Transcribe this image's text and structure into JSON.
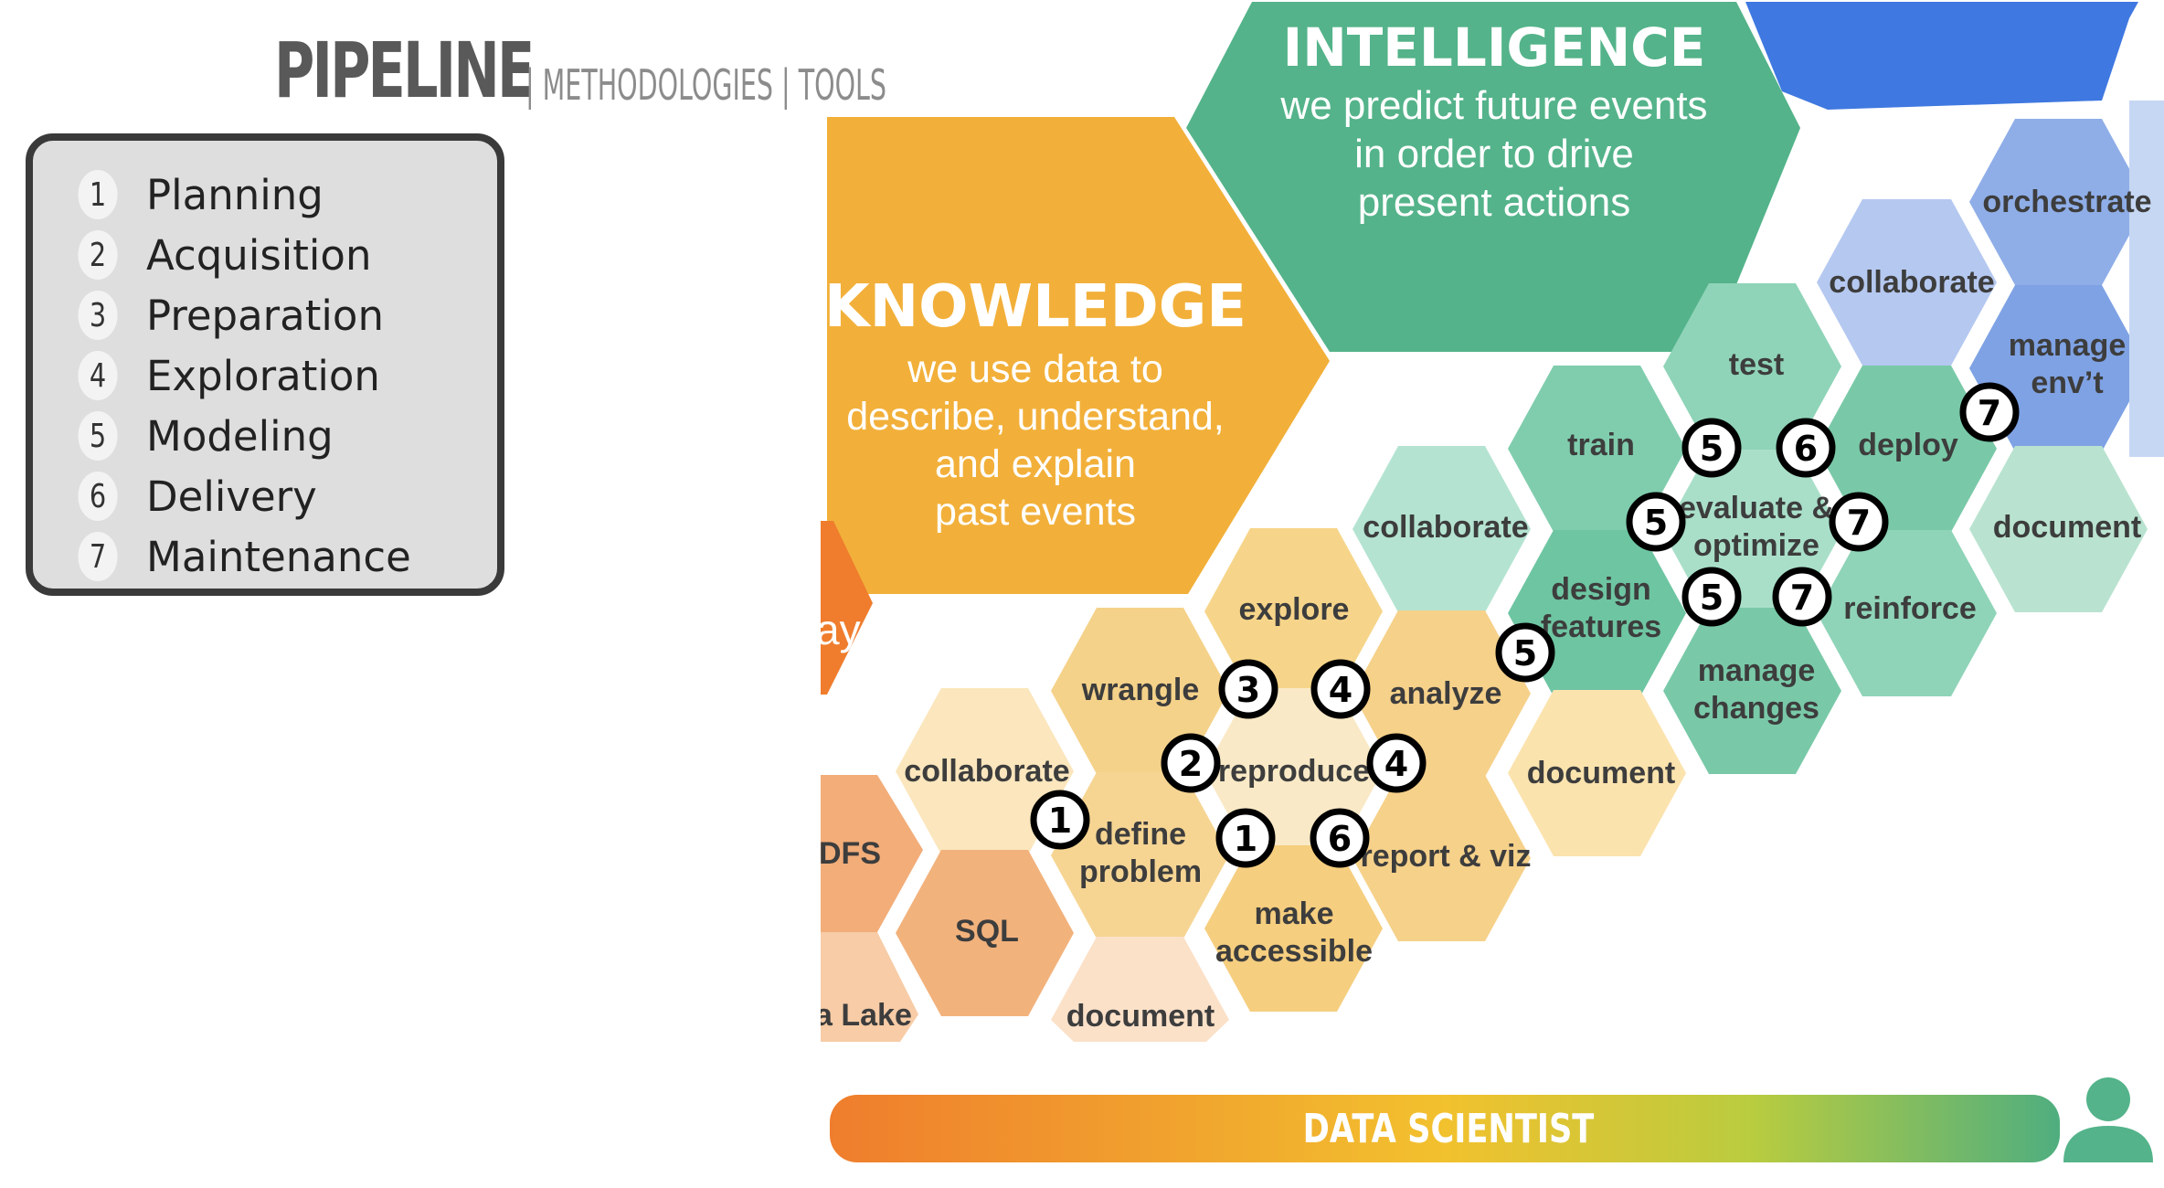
{
  "header": {
    "title": "PIPELINE",
    "subtitle": "| METHODOLOGIES | TOOLS"
  },
  "legend": {
    "items": [
      {
        "num": "1",
        "label": "Planning"
      },
      {
        "num": "2",
        "label": "Acquisition"
      },
      {
        "num": "3",
        "label": "Preparation"
      },
      {
        "num": "4",
        "label": "Exploration"
      },
      {
        "num": "5",
        "label": "Modeling"
      },
      {
        "num": "6",
        "label": "Delivery"
      },
      {
        "num": "7",
        "label": "Maintenance"
      }
    ]
  },
  "diagram": {
    "intelligence": {
      "title": "INTELLIGENCE",
      "line1": "we predict future events",
      "line2": "in order to drive",
      "line3": "present actions"
    },
    "knowledge": {
      "title": "KNOWLEDGE",
      "line1": "we use data to",
      "line2": "describe, understand,",
      "line3": "and explain",
      "line4": "past events"
    },
    "fragments": {
      "ay": "ay",
      "dfs": "DFS",
      "lake": "a Lake"
    },
    "hexes": {
      "orchestrate": "orchestrate",
      "collaborate_blue": "collaborate",
      "manage_env_1": "manage",
      "manage_env_2": "env’t",
      "document_right": "document",
      "test": "test",
      "train": "train",
      "deploy": "deploy",
      "evaluate_1": "evaluate &",
      "evaluate_2": "optimize",
      "collaborate_teal": "collaborate",
      "design_1": "design",
      "design_2": "features",
      "reinforce": "reinforce",
      "manage_changes_1": "manage",
      "manage_changes_2": "changes",
      "explore": "explore",
      "wrangle": "wrangle",
      "analyze": "analyze",
      "collaborate_yellow": "collaborate",
      "reproduce": "reproduce",
      "document_mid": "document",
      "define_1": "define",
      "define_2": "problem",
      "report": "report & viz",
      "sql": "SQL",
      "make_1": "make",
      "make_2": "accessible",
      "document_bottom": "document"
    },
    "badges": {
      "b_deploy_7": "7",
      "b_train_5": "5",
      "b_deploy_6": "6",
      "b_eval_5": "5",
      "b_eval_7": "7",
      "b_design_5": "5",
      "b_reinforce_7": "7",
      "b_analyze_5": "5",
      "b_wrangle_3": "3",
      "b_analyze_4": "4",
      "b_reproduce_2": "2",
      "b_reproduce_4": "4",
      "b_define_1": "1",
      "b_make_1": "1",
      "b_report_6": "6"
    }
  },
  "bar": {
    "label": "DATA SCIENTIST"
  },
  "colors": {
    "knowledge": "#f2b03a",
    "intelligence": "#54b38a",
    "blue_top": "#3f78e0",
    "bar_start": "#ef7d2d",
    "bar_end": "#4fae7f",
    "avatar": "#54b38a"
  }
}
